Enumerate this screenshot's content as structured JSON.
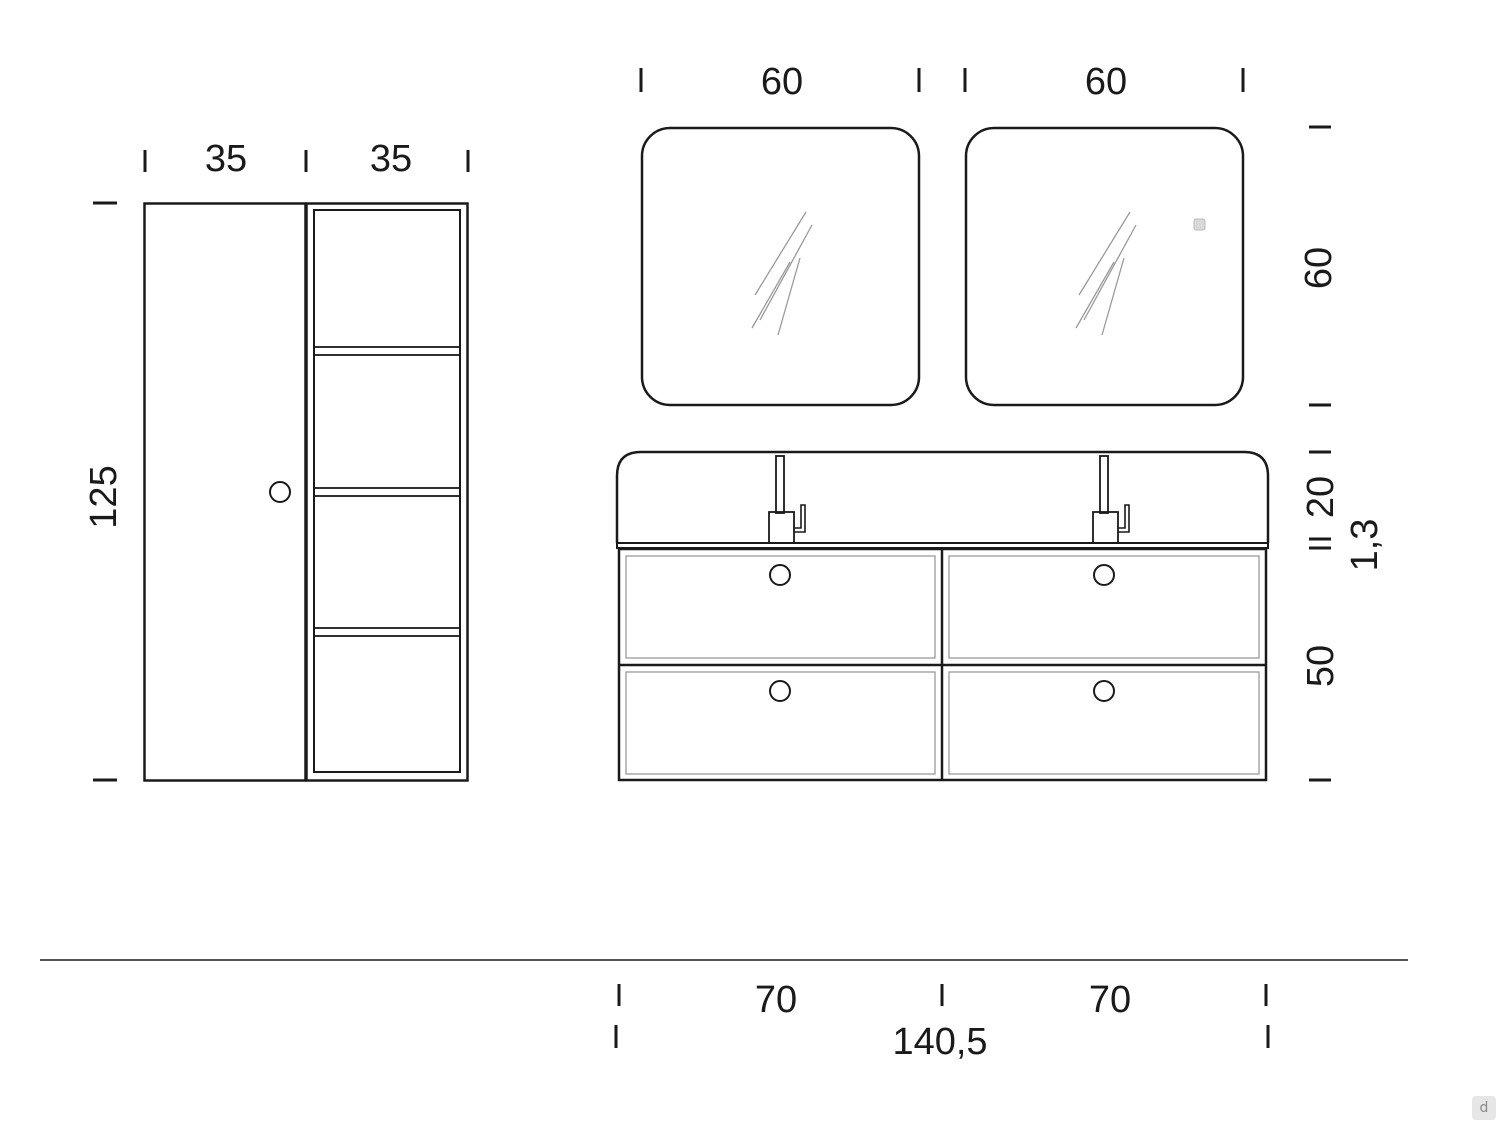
{
  "drawing": {
    "tall_unit": {
      "width_left": "35",
      "width_right": "35",
      "height": "125"
    },
    "mirrors": {
      "width_left": "60",
      "width_right": "60",
      "height": "60"
    },
    "vanity": {
      "backsplash_height": "20",
      "top_thickness": "1,3",
      "drawer_height": "50",
      "width_left": "70",
      "width_right": "70",
      "total_width": "140,5"
    }
  },
  "colors": {
    "line": "#1a1a1a",
    "thin_line": "#9a9a9a",
    "background": "#ffffff"
  },
  "watermark": {
    "icon": "d-logo-icon"
  }
}
